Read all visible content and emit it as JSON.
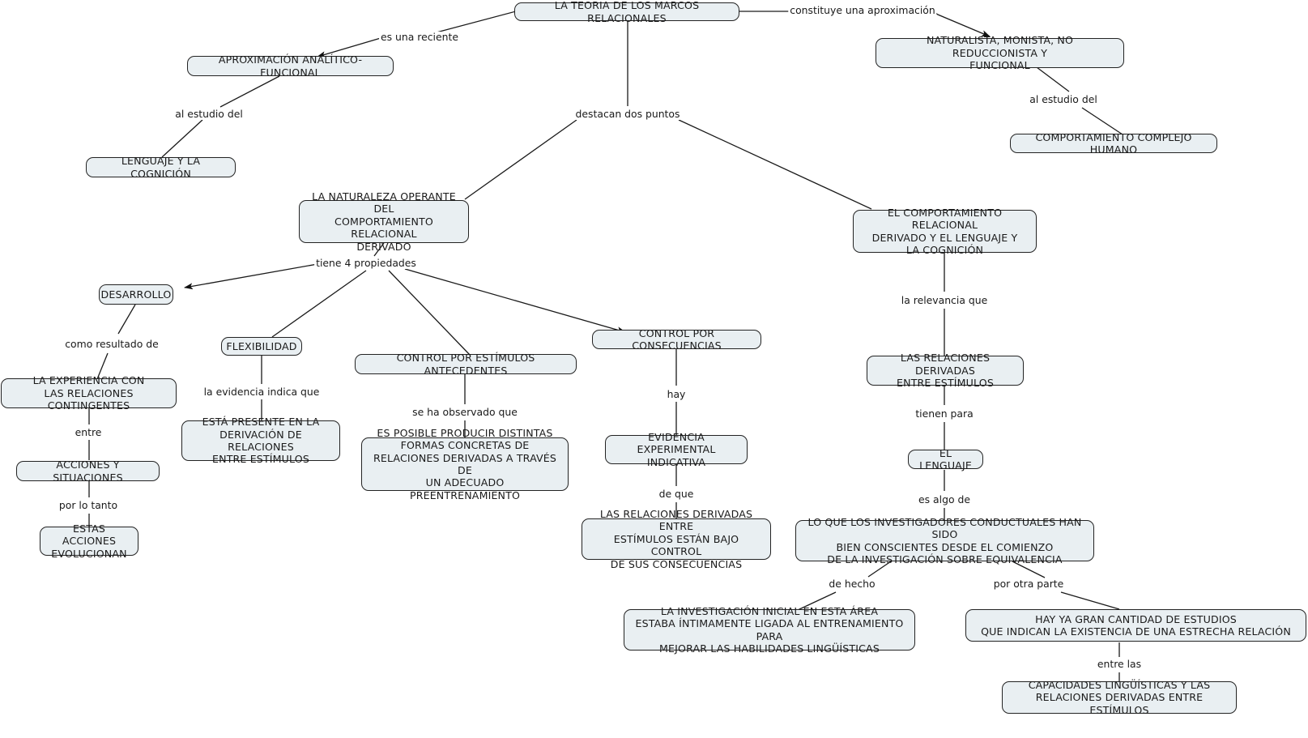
{
  "diagram": {
    "title": "LA TEORIA DE LOS MARCOS RELACIONALES",
    "type": "concept-map",
    "language": "es",
    "colors": {
      "node_fill": "#e9eff2",
      "node_border": "#232323",
      "edge": "#1a1a1a",
      "text": "#1a1a1a",
      "background": "#ffffff"
    }
  },
  "nodes": [
    {
      "id": "root",
      "label": "LA TEORIA DE LOS MARCOS RELACIONALES"
    },
    {
      "id": "aproximacion",
      "label": "APROXIMACIÓN ANALÍTICO-FUNCIONAL"
    },
    {
      "id": "lenguaje_cog",
      "label": "LENGUAJE Y LA COGNICIÓN"
    },
    {
      "id": "naturalista",
      "label": "NATURALISTA, MONISTA, NO REDUCCIONISTA Y\nFUNCIONAL"
    },
    {
      "id": "comp_humano",
      "label": "COMPORTAMIENTO COMPLEJO HUMANO"
    },
    {
      "id": "naturaleza",
      "label": "LA NATURALEZA OPERANTE DEL\nCOMPORTAMIENTO RELACIONAL\nDERIVADO"
    },
    {
      "id": "comp_rel",
      "label": "EL COMPORTAMIENTO RELACIONAL\nDERIVADO Y EL LENGUAJE Y\nLA COGNICIÓN"
    },
    {
      "id": "desarrollo",
      "label": "DESARROLLO"
    },
    {
      "id": "flexibilidad",
      "label": "FLEXIBILIDAD"
    },
    {
      "id": "control_ant",
      "label": "CONTROL POR ESTÍMULOS ANTECEDENTES"
    },
    {
      "id": "control_cons",
      "label": "CONTROL POR CONSECUENCIAS"
    },
    {
      "id": "experiencia",
      "label": "LA EXPERIENCIA CON\nLAS RELACIONES CONTINGENTES"
    },
    {
      "id": "acciones",
      "label": "ACCIONES Y SITUACIONES"
    },
    {
      "id": "evolucionan",
      "label": "ESTAS ACCIONES\nEVOLUCIONAN"
    },
    {
      "id": "esta_present",
      "label": "ESTÁ PRESENTE EN LA\nDERIVACIÓN DE RELACIONES\nENTRE ESTÍMULOS"
    },
    {
      "id": "es_posible",
      "label": "ES POSIBLE PRODUCIR DISTINTAS\nFORMAS CONCRETAS DE\nRELACIONES DERIVADAS A TRAVÉS DE\nUN ADECUADO PREENTRENAMIENTO"
    },
    {
      "id": "evidencia",
      "label": "EVIDENCIA EXPERIMENTAL\nINDICATIVA"
    },
    {
      "id": "bajo_control",
      "label": "LAS RELACIONES DERIVADAS ENTRE\nESTÍMULOS ESTÁN BAJO CONTROL\nDE SUS CONSECUENCIAS"
    },
    {
      "id": "rel_deriv",
      "label": "LAS RELACIONES DERIVADAS\nENTRE ESTÍMULOS"
    },
    {
      "id": "el_lenguaje",
      "label": "EL LENGUAJE"
    },
    {
      "id": "lo_que",
      "label": "LO QUE LOS INVESTIGADORES CONDUCTUALES HAN SIDO\nBIEN CONSCIENTES DESDE EL COMIENZO\nDE LA INVESTIGACIÓN SOBRE EQUIVALENCIA"
    },
    {
      "id": "investigacion",
      "label": "LA INVESTIGACIÓN INICIAL EN ESTA ÁREA\nESTABA ÍNTIMAMENTE LIGADA AL ENTRENAMIENTO PARA\nMEJORAR LAS HABILIDADES LINGÜÍSTICAS"
    },
    {
      "id": "hay_ya",
      "label": "HAY YA GRAN CANTIDAD DE ESTUDIOS\nQUE INDICAN LA EXISTENCIA DE UNA ESTRECHA RELACIÓN"
    },
    {
      "id": "capacidades",
      "label": "CAPACIDADES LINGÜÍSTICAS Y LAS\nRELACIONES DERIVADAS ENTRE ESTÍMULOS"
    }
  ],
  "edge_labels": [
    {
      "id": "l_reciente",
      "text": "es una reciente"
    },
    {
      "id": "l_constituye",
      "text": "constituye una aproximación"
    },
    {
      "id": "l_estudio1",
      "text": "al estudio del"
    },
    {
      "id": "l_estudio2",
      "text": "al estudio del"
    },
    {
      "id": "l_destacan",
      "text": "destacan dos puntos"
    },
    {
      "id": "l_propiedades",
      "text": "tiene 4 propiedades"
    },
    {
      "id": "l_resultado",
      "text": "como resultado de"
    },
    {
      "id": "l_entre",
      "text": "entre"
    },
    {
      "id": "l_porlotanto",
      "text": "por lo tanto"
    },
    {
      "id": "l_evidencia",
      "text": "la evidencia indica que"
    },
    {
      "id": "l_observado",
      "text": "se ha observado que"
    },
    {
      "id": "l_hay",
      "text": "hay"
    },
    {
      "id": "l_deque",
      "text": "de que"
    },
    {
      "id": "l_relevancia",
      "text": "la relevancia que"
    },
    {
      "id": "l_tienenpara",
      "text": "tienen para"
    },
    {
      "id": "l_esalgode",
      "text": "es algo de"
    },
    {
      "id": "l_dehecho",
      "text": "de hecho"
    },
    {
      "id": "l_porotra",
      "text": "por otra parte"
    },
    {
      "id": "l_entrelas",
      "text": "entre las"
    }
  ]
}
